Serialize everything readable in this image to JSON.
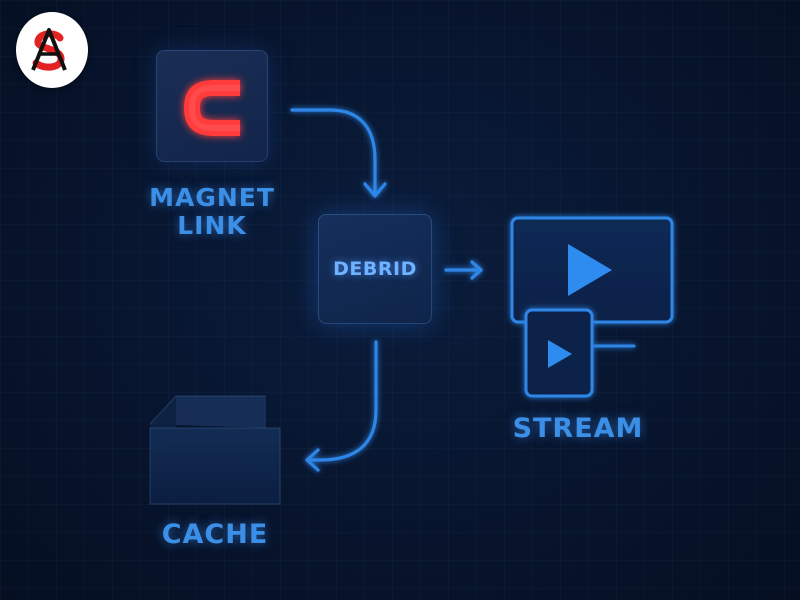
{
  "logo": {
    "icon": "s-a-monogram-logo",
    "text": "SA",
    "color": "#e32222"
  },
  "nodes": {
    "magnet": {
      "label_line1": "MAGNET",
      "label_line2": "LINK",
      "icon": "magnet-icon",
      "icon_color": "#ff3030"
    },
    "debrid": {
      "label": "DEBRID"
    },
    "stream": {
      "label": "STREAM",
      "icon": "monitor-play-icon"
    },
    "cache": {
      "label": "CACHE",
      "icon": "cube-icon"
    }
  },
  "colors": {
    "background": "#081630",
    "accent": "#3c8fe6",
    "arrow": "#2f86e8"
  }
}
